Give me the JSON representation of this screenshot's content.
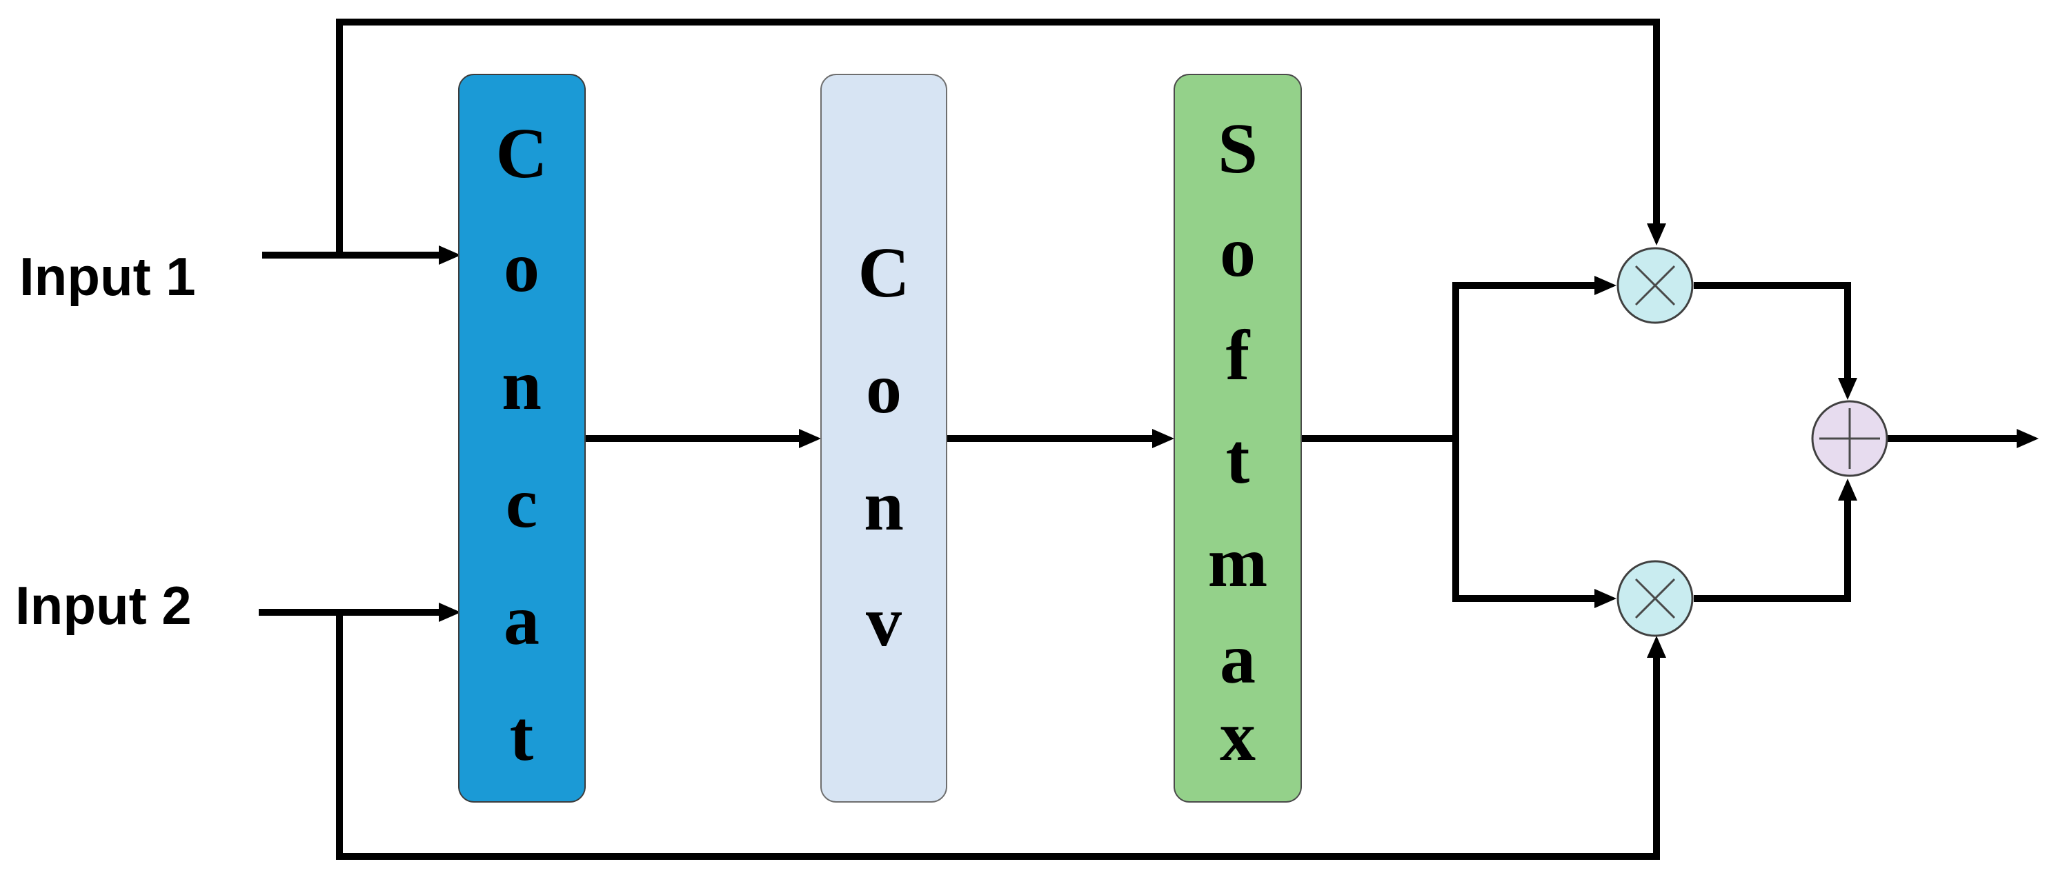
{
  "inputs": [
    {
      "label": "Input 1"
    },
    {
      "label": "Input 2"
    }
  ],
  "blocks": [
    {
      "id": "concat",
      "letters": [
        "C",
        "o",
        "n",
        "c",
        "a",
        "t"
      ],
      "color": "#1b9ad6"
    },
    {
      "id": "conv",
      "letters": [
        "C",
        "o",
        "n",
        "v"
      ],
      "color": "#d7e4f3"
    },
    {
      "id": "softmax",
      "letters": [
        "S",
        "o",
        "f",
        "t",
        "m",
        "a",
        "x"
      ],
      "color": "#94d18a"
    }
  ],
  "operators": {
    "multiply": {
      "symbol": "multiply-icon",
      "color": "#c9ecf0"
    },
    "add": {
      "symbol": "plus-icon",
      "color": "#e7dcef"
    }
  }
}
